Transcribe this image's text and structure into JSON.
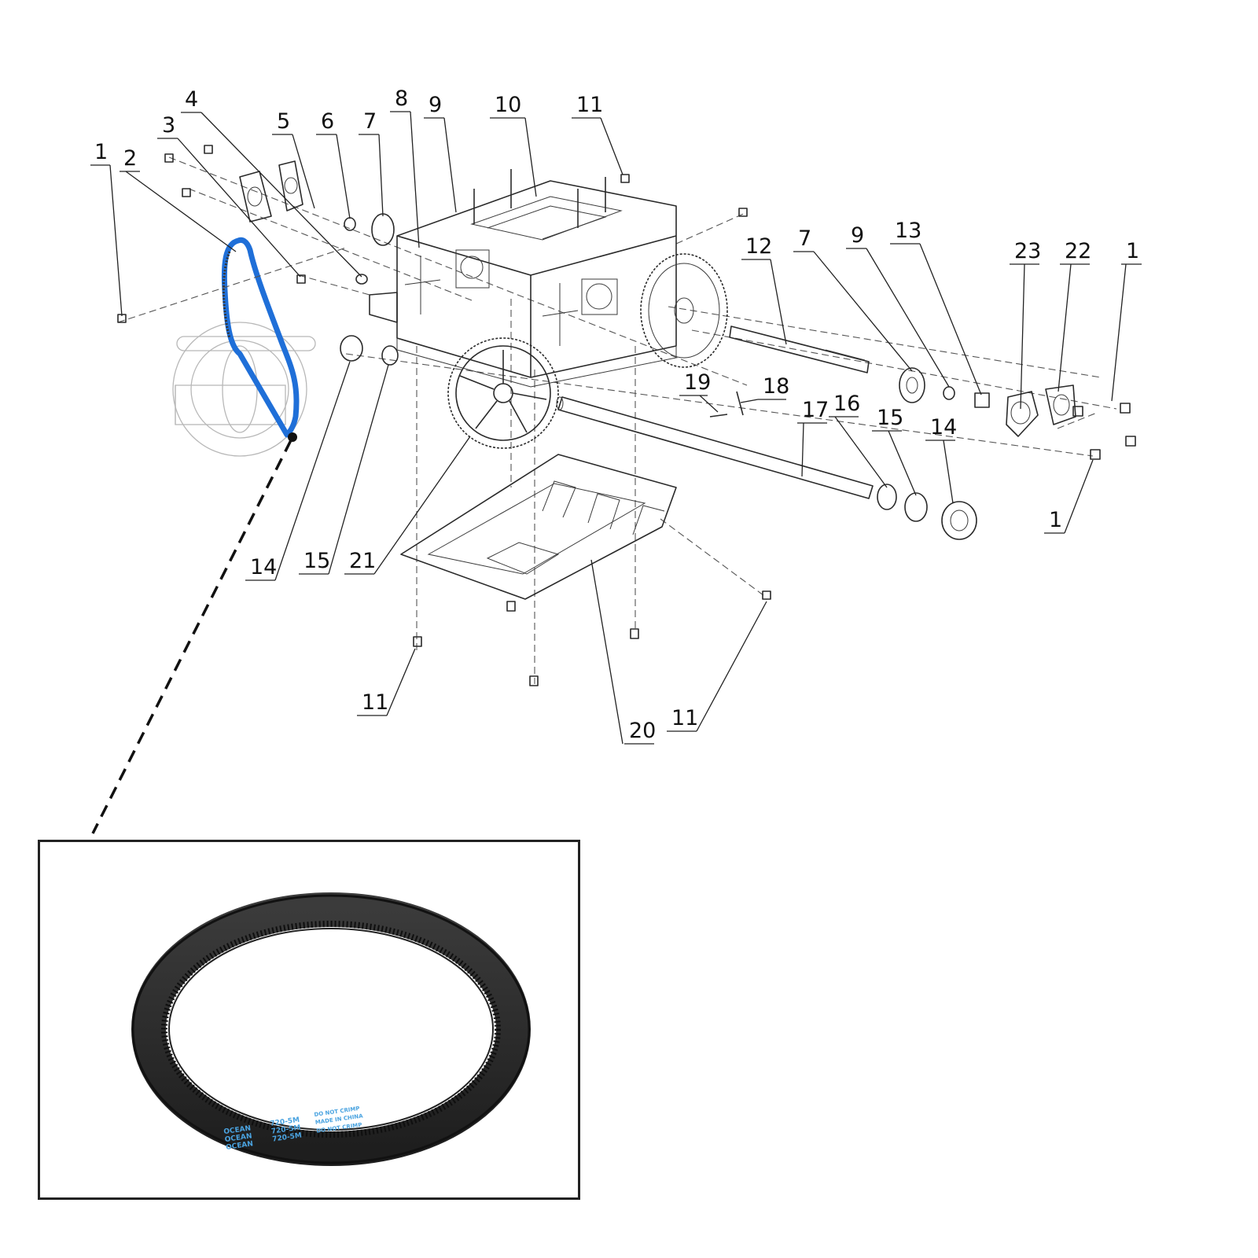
{
  "diagram": {
    "callouts": [
      {
        "id": "c1a",
        "text": "1"
      },
      {
        "id": "c2",
        "text": "2"
      },
      {
        "id": "c3",
        "text": "3"
      },
      {
        "id": "c4",
        "text": "4"
      },
      {
        "id": "c5",
        "text": "5"
      },
      {
        "id": "c6",
        "text": "6"
      },
      {
        "id": "c7a",
        "text": "7"
      },
      {
        "id": "c8",
        "text": "8"
      },
      {
        "id": "c9a",
        "text": "9"
      },
      {
        "id": "c10",
        "text": "10"
      },
      {
        "id": "c11a",
        "text": "11"
      },
      {
        "id": "c12",
        "text": "12"
      },
      {
        "id": "c7b",
        "text": "7"
      },
      {
        "id": "c9b",
        "text": "9"
      },
      {
        "id": "c13",
        "text": "13"
      },
      {
        "id": "c23",
        "text": "23"
      },
      {
        "id": "c22",
        "text": "22"
      },
      {
        "id": "c1b",
        "text": "1"
      },
      {
        "id": "c19",
        "text": "19"
      },
      {
        "id": "c18",
        "text": "18"
      },
      {
        "id": "c17",
        "text": "17"
      },
      {
        "id": "c16",
        "text": "16"
      },
      {
        "id": "c15b",
        "text": "15"
      },
      {
        "id": "c14b",
        "text": "14"
      },
      {
        "id": "c1c",
        "text": "1"
      },
      {
        "id": "c14a",
        "text": "14"
      },
      {
        "id": "c15a",
        "text": "15"
      },
      {
        "id": "c21",
        "text": "21"
      },
      {
        "id": "c11b",
        "text": "11"
      },
      {
        "id": "c20",
        "text": "20"
      },
      {
        "id": "c11c",
        "text": "11"
      }
    ],
    "highlight_color": "#1f6fd8"
  },
  "inset": {
    "belt_print": [
      "OCEAN",
      "720-5M",
      "DO NOT CRIMP",
      "MADE IN CHINA"
    ],
    "print_color": "#4aa3e0"
  }
}
